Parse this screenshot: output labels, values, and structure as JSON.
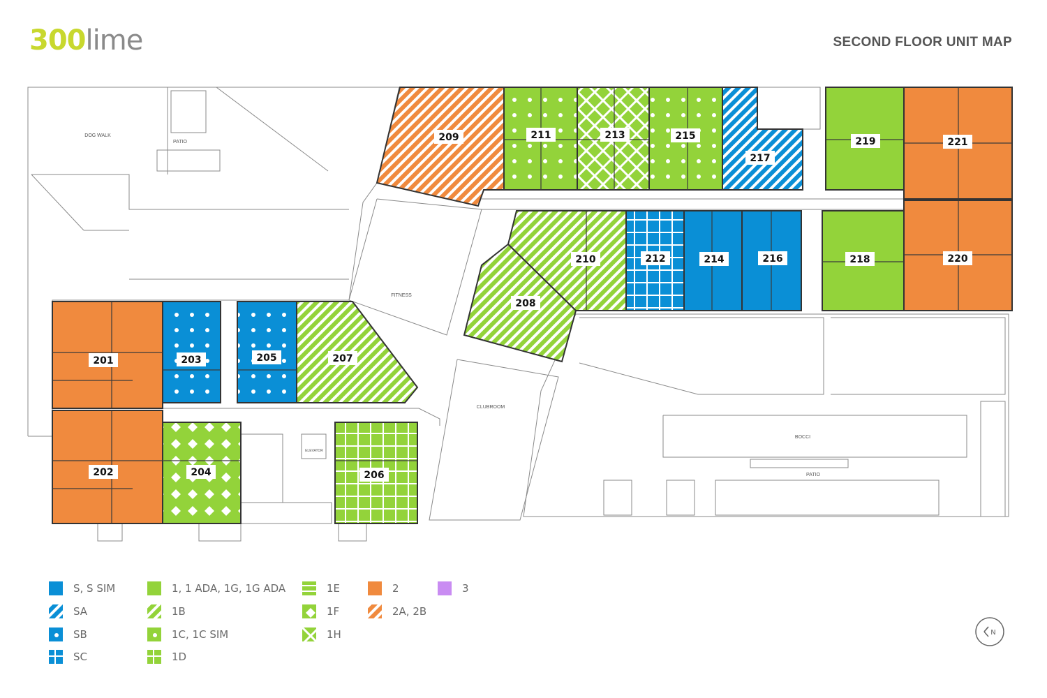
{
  "logo": {
    "number": "300",
    "word": "lime"
  },
  "page_title": "SECOND FLOOR UNIT MAP",
  "colors": {
    "blue": "#0a8fd6",
    "green": "#93d33a",
    "orange": "#f08a3e",
    "purple": "#c98cf2",
    "line": "#333333"
  },
  "area_labels": {
    "dog_walk": "DOG WALK",
    "patio_north": "PATIO",
    "fitness": "FITNESS",
    "clubroom": "CLUBROOM",
    "bocci": "BOCCI",
    "patio_south": "PATIO",
    "elevator": "ELEVATOR"
  },
  "units": [
    {
      "id": "201",
      "type": "2"
    },
    {
      "id": "202",
      "type": "2"
    },
    {
      "id": "203",
      "type": "SB"
    },
    {
      "id": "204",
      "type": "1F"
    },
    {
      "id": "205",
      "type": "SB"
    },
    {
      "id": "206",
      "type": "1D"
    },
    {
      "id": "207",
      "type": "1B"
    },
    {
      "id": "208",
      "type": "1B"
    },
    {
      "id": "209",
      "type": "2A, 2B"
    },
    {
      "id": "210",
      "type": "1B"
    },
    {
      "id": "211",
      "type": "1C, 1C SIM"
    },
    {
      "id": "212",
      "type": "SC"
    },
    {
      "id": "213",
      "type": "1H"
    },
    {
      "id": "214",
      "type": "S, S SIM"
    },
    {
      "id": "215",
      "type": "1C, 1C SIM"
    },
    {
      "id": "216",
      "type": "S, S SIM"
    },
    {
      "id": "217",
      "type": "SA"
    },
    {
      "id": "218",
      "type": "1, 1 ADA, 1G, 1G ADA"
    },
    {
      "id": "219",
      "type": "1, 1 ADA, 1G, 1G ADA"
    },
    {
      "id": "220",
      "type": "2"
    },
    {
      "id": "221",
      "type": "2"
    }
  ],
  "legend": [
    {
      "key": "s",
      "label": "S, S SIM",
      "color": "blue",
      "pattern": "solid"
    },
    {
      "key": "sa",
      "label": "SA",
      "color": "blue",
      "pattern": "stripes"
    },
    {
      "key": "sb",
      "label": "SB",
      "color": "blue",
      "pattern": "dots"
    },
    {
      "key": "sc",
      "label": "SC",
      "color": "blue",
      "pattern": "grid"
    },
    {
      "key": "one",
      "label": "1, 1 ADA, 1G, 1G ADA",
      "color": "green",
      "pattern": "solid"
    },
    {
      "key": "1b",
      "label": "1B",
      "color": "green",
      "pattern": "stripes"
    },
    {
      "key": "1c",
      "label": "1C, 1C SIM",
      "color": "green",
      "pattern": "dots"
    },
    {
      "key": "1d",
      "label": "1D",
      "color": "green",
      "pattern": "grid"
    },
    {
      "key": "1e",
      "label": "1E",
      "color": "green",
      "pattern": "hbars"
    },
    {
      "key": "1f",
      "label": "1F",
      "color": "green",
      "pattern": "diamonds"
    },
    {
      "key": "1h",
      "label": "1H",
      "color": "green",
      "pattern": "lattice"
    },
    {
      "key": "two",
      "label": "2",
      "color": "orange",
      "pattern": "solid"
    },
    {
      "key": "2a",
      "label": "2A, 2B",
      "color": "orange",
      "pattern": "stripes"
    },
    {
      "key": "three",
      "label": "3",
      "color": "purple",
      "pattern": "solid"
    }
  ],
  "compass": {
    "label": "N"
  }
}
